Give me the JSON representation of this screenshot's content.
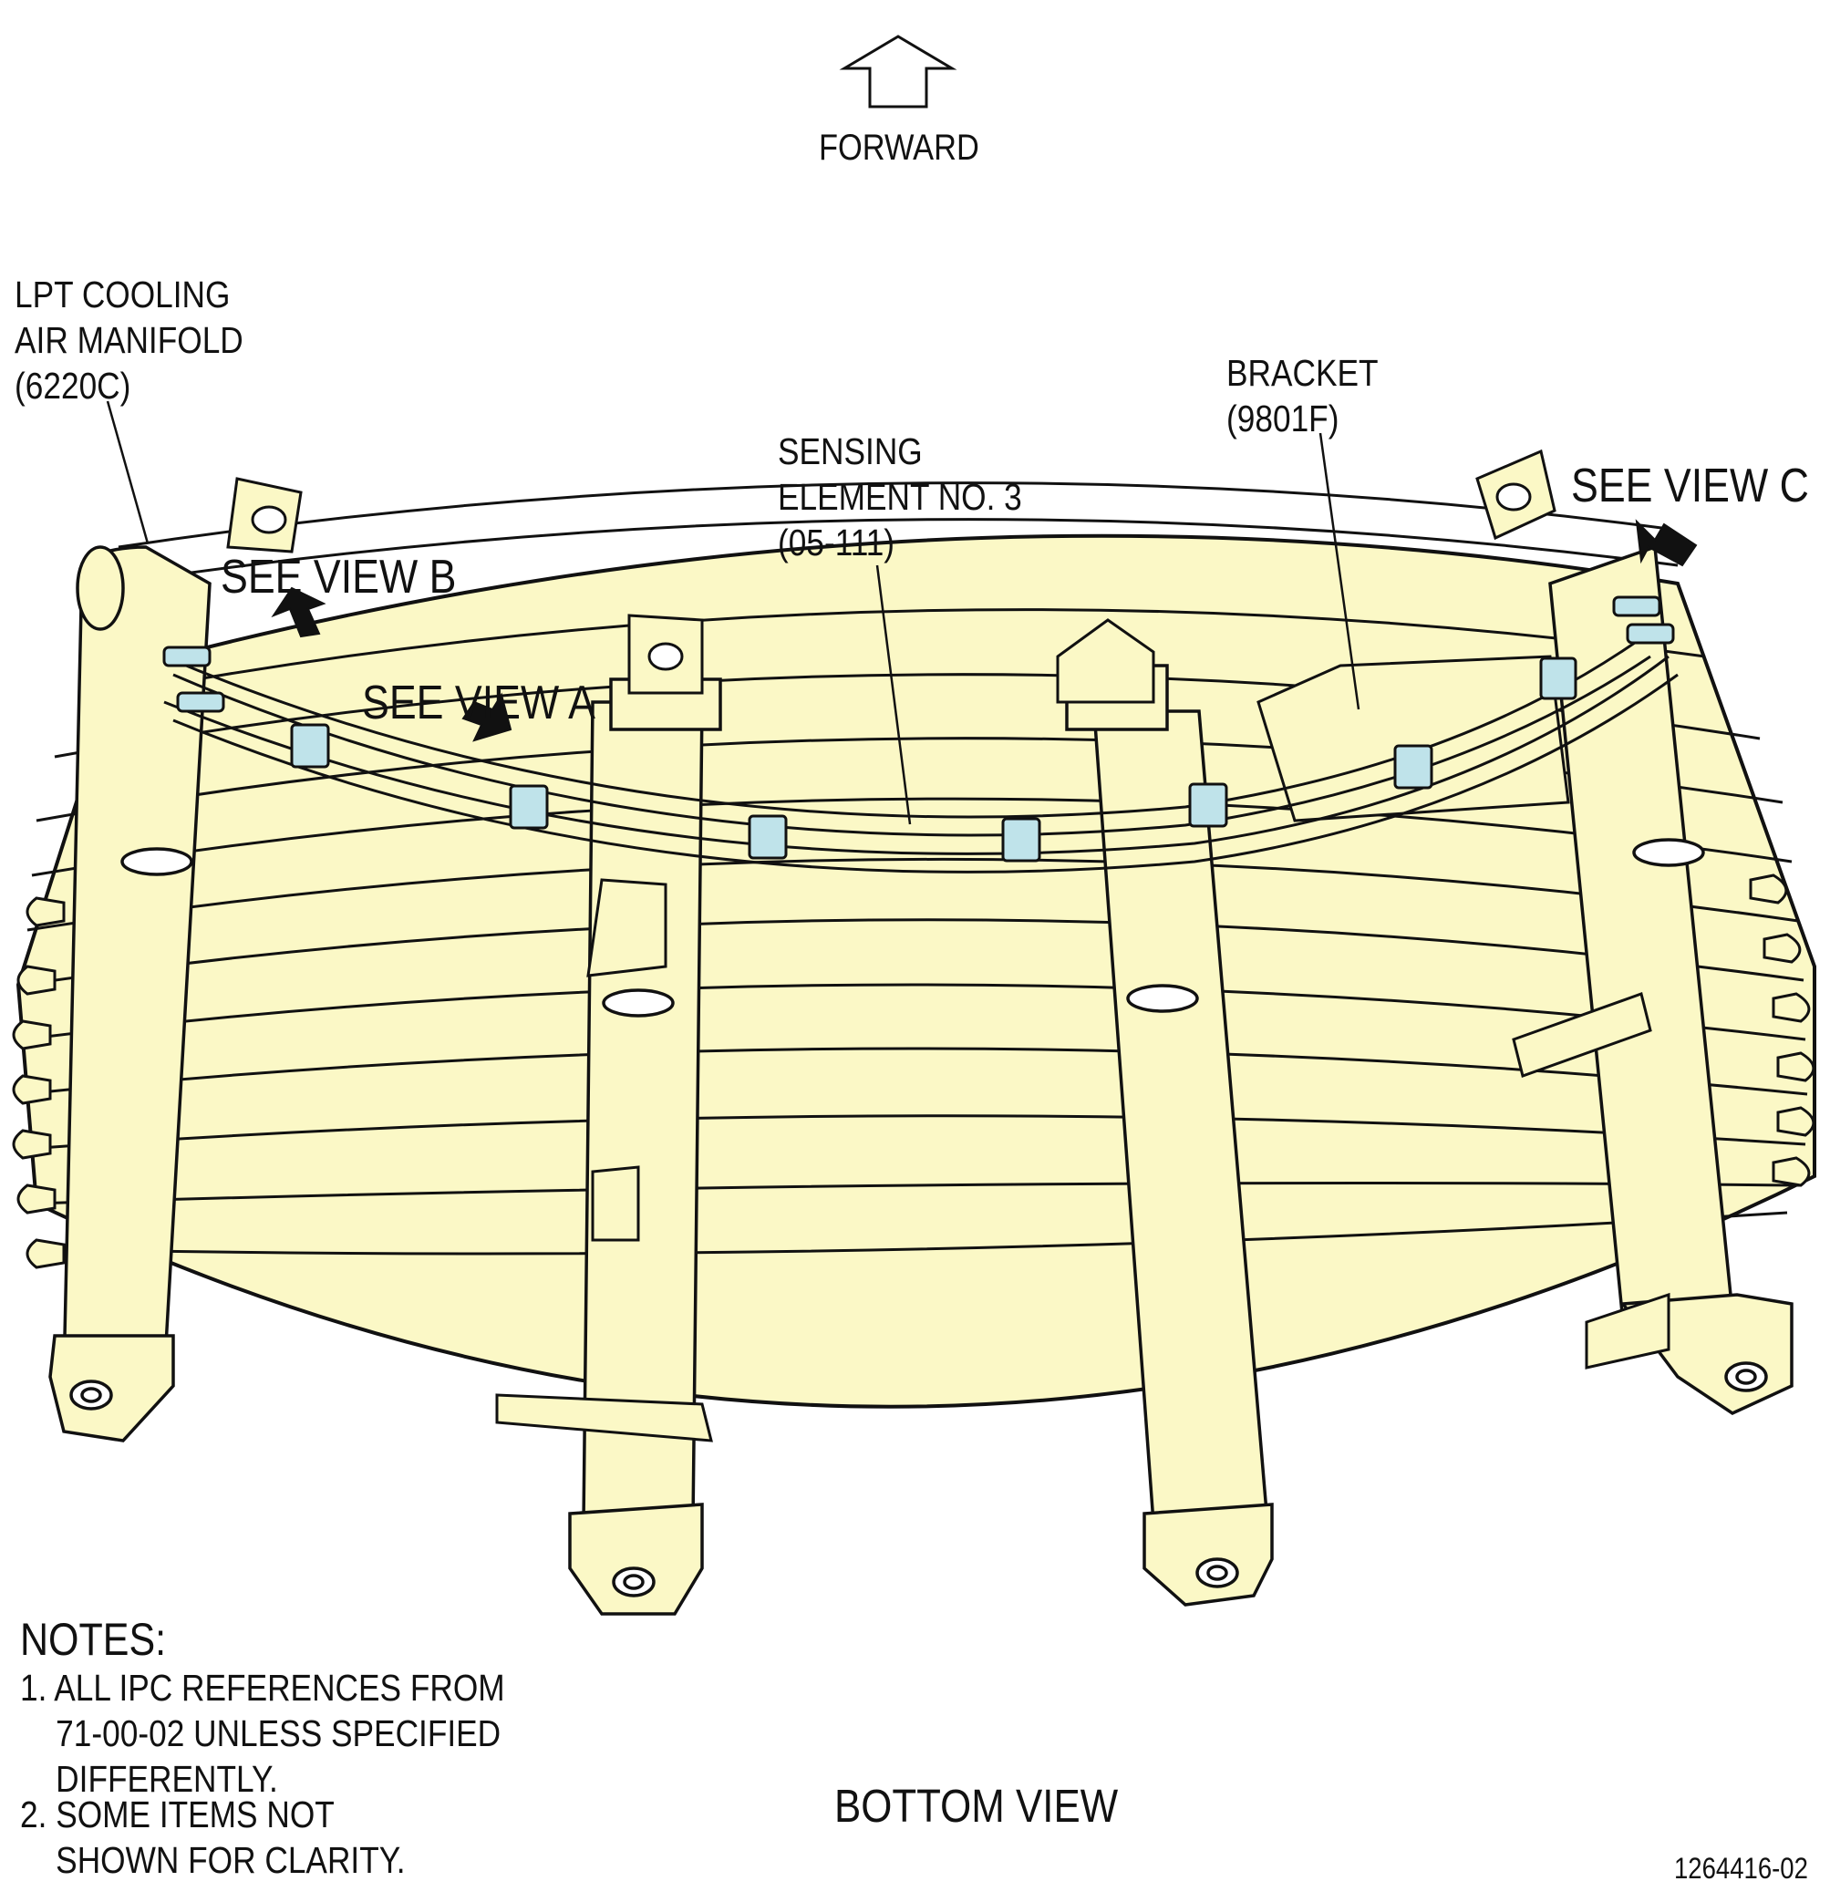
{
  "orientation": {
    "label": "FORWARD"
  },
  "callouts": {
    "lpt_manifold": "LPT COOLING\nAIR MANIFOLD\n(6220C)",
    "sensing_element": "SENSING\nELEMENT NO. 3\n(05-111)",
    "bracket": "BRACKET\n(9801F)"
  },
  "view_refs": {
    "a": "SEE VIEW A",
    "b": "SEE VIEW B",
    "c": "SEE VIEW C"
  },
  "view_title": "BOTTOM VIEW",
  "notes": {
    "heading": "NOTES:",
    "items": [
      "1. ALL IPC REFERENCES FROM\n    71-00-02 UNLESS SPECIFIED\n    DIFFERENTLY.",
      "2. SOME ITEMS NOT\n    SHOWN FOR CLARITY."
    ]
  },
  "figure_number": "1264416-02",
  "colors": {
    "casing_fill": "#fbf8c6",
    "clamp_fill": "#bfe3ea",
    "line": "#111111"
  }
}
